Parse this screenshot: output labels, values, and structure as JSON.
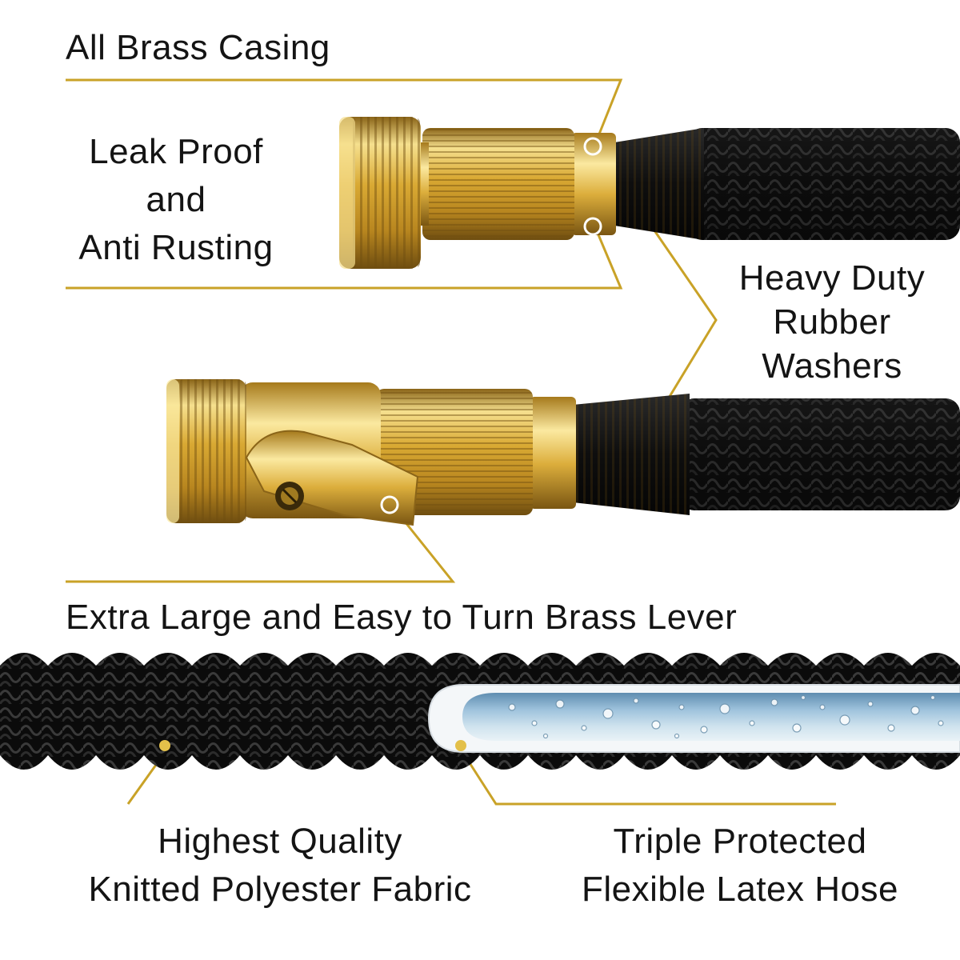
{
  "labels": {
    "brass_casing": "All Brass Casing",
    "leak_proof": [
      "Leak Proof",
      "and",
      "Anti Rusting"
    ],
    "washers": [
      "Heavy Duty",
      "Rubber",
      "Washers"
    ],
    "lever": "Extra Large and Easy to Turn Brass Lever",
    "fabric": [
      "Highest Quality",
      "Knitted Polyester Fabric"
    ],
    "latex": [
      "Triple Protected",
      "Flexible Latex Hose"
    ]
  },
  "colors": {
    "accent_gold": "#c9a227",
    "brass_light": "#f3d77c",
    "brass_dark": "#8a6418",
    "hose_black": "#141414",
    "latex_inner": "#b8d4e4"
  }
}
